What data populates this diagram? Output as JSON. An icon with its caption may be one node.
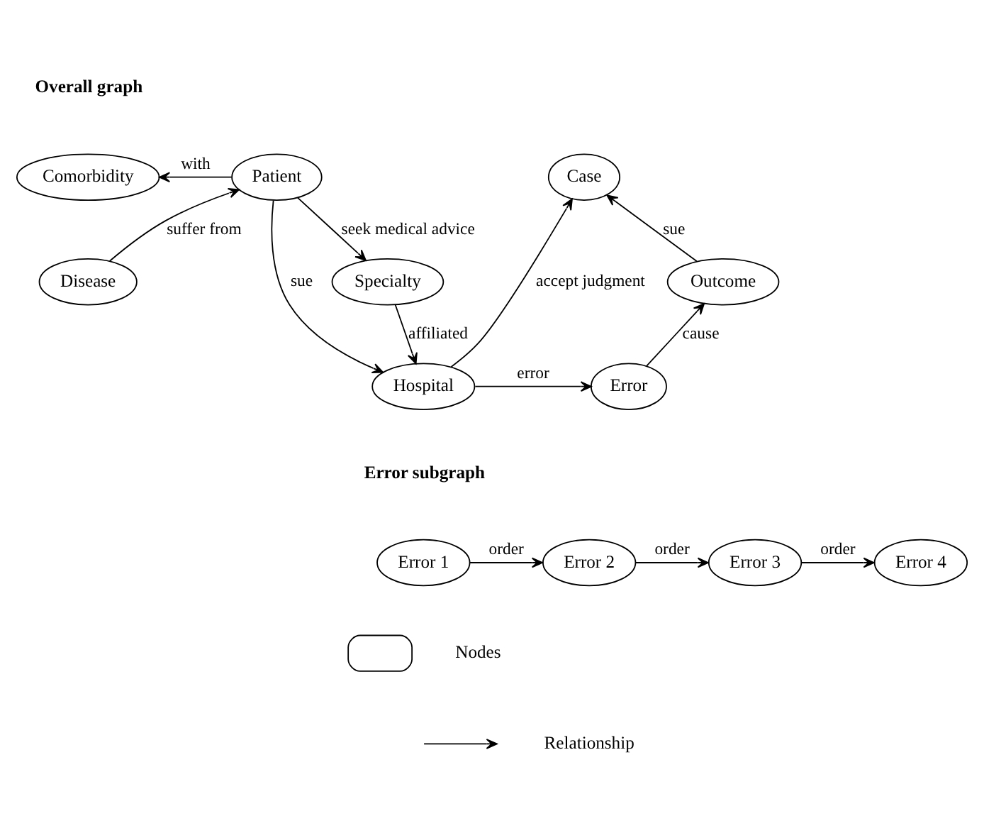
{
  "diagram": {
    "nodes": [
      {
        "text": [
          "Comorbidity"
        ]
      },
      {
        "text": [
          "Patient"
        ]
      },
      {
        "text": [
          "Case"
        ]
      },
      {
        "text": [
          "Disease"
        ]
      },
      {
        "text": [
          "Specialty"
        ]
      },
      {
        "text": [
          "Outcome"
        ]
      },
      {
        "text": [
          "Hospital"
        ]
      },
      {
        "text": [
          "Error"
        ]
      },
      {
        "text": [
          "Error 1"
        ]
      },
      {
        "text": [
          "Error 2"
        ]
      },
      {
        "text": [
          "Error 3"
        ]
      },
      {
        "text": [
          "Error 4"
        ]
      }
    ],
    "edges": [
      {
        "from": 1,
        "to": 0,
        "arrow": "to",
        "label": "with"
      },
      {
        "from": 3,
        "to": 1,
        "arrow": "to",
        "label": "suffer from"
      },
      {
        "from": 1,
        "to": 4,
        "arrow": "to",
        "label": "seek medical advice"
      },
      {
        "from": 1,
        "to": 6,
        "arrow": "to",
        "label": "sue"
      },
      {
        "from": 4,
        "to": 6,
        "arrow": "to",
        "label": "affiliated"
      },
      {
        "from": 6,
        "to": 2,
        "arrow": "to",
        "label": "accept judgment"
      },
      {
        "from": 6,
        "to": 7,
        "arrow": "to",
        "label": "error"
      },
      {
        "from": 7,
        "to": 5,
        "arrow": "to",
        "label": "cause"
      },
      {
        "from": 5,
        "to": 2,
        "arrow": "to",
        "label": "sue"
      },
      {
        "from": 8,
        "to": 9,
        "arrow": "to",
        "label": "order"
      },
      {
        "from": 9,
        "to": 10,
        "arrow": "to",
        "label": "order"
      },
      {
        "from": 10,
        "to": 11,
        "arrow": "to",
        "label": "order"
      }
    ],
    "labels": [
      "Overall graph",
      "Error subgraph"
    ],
    "legend": [
      {
        "text": "Nodes"
      },
      {
        "text": "Relationship"
      }
    ]
  }
}
